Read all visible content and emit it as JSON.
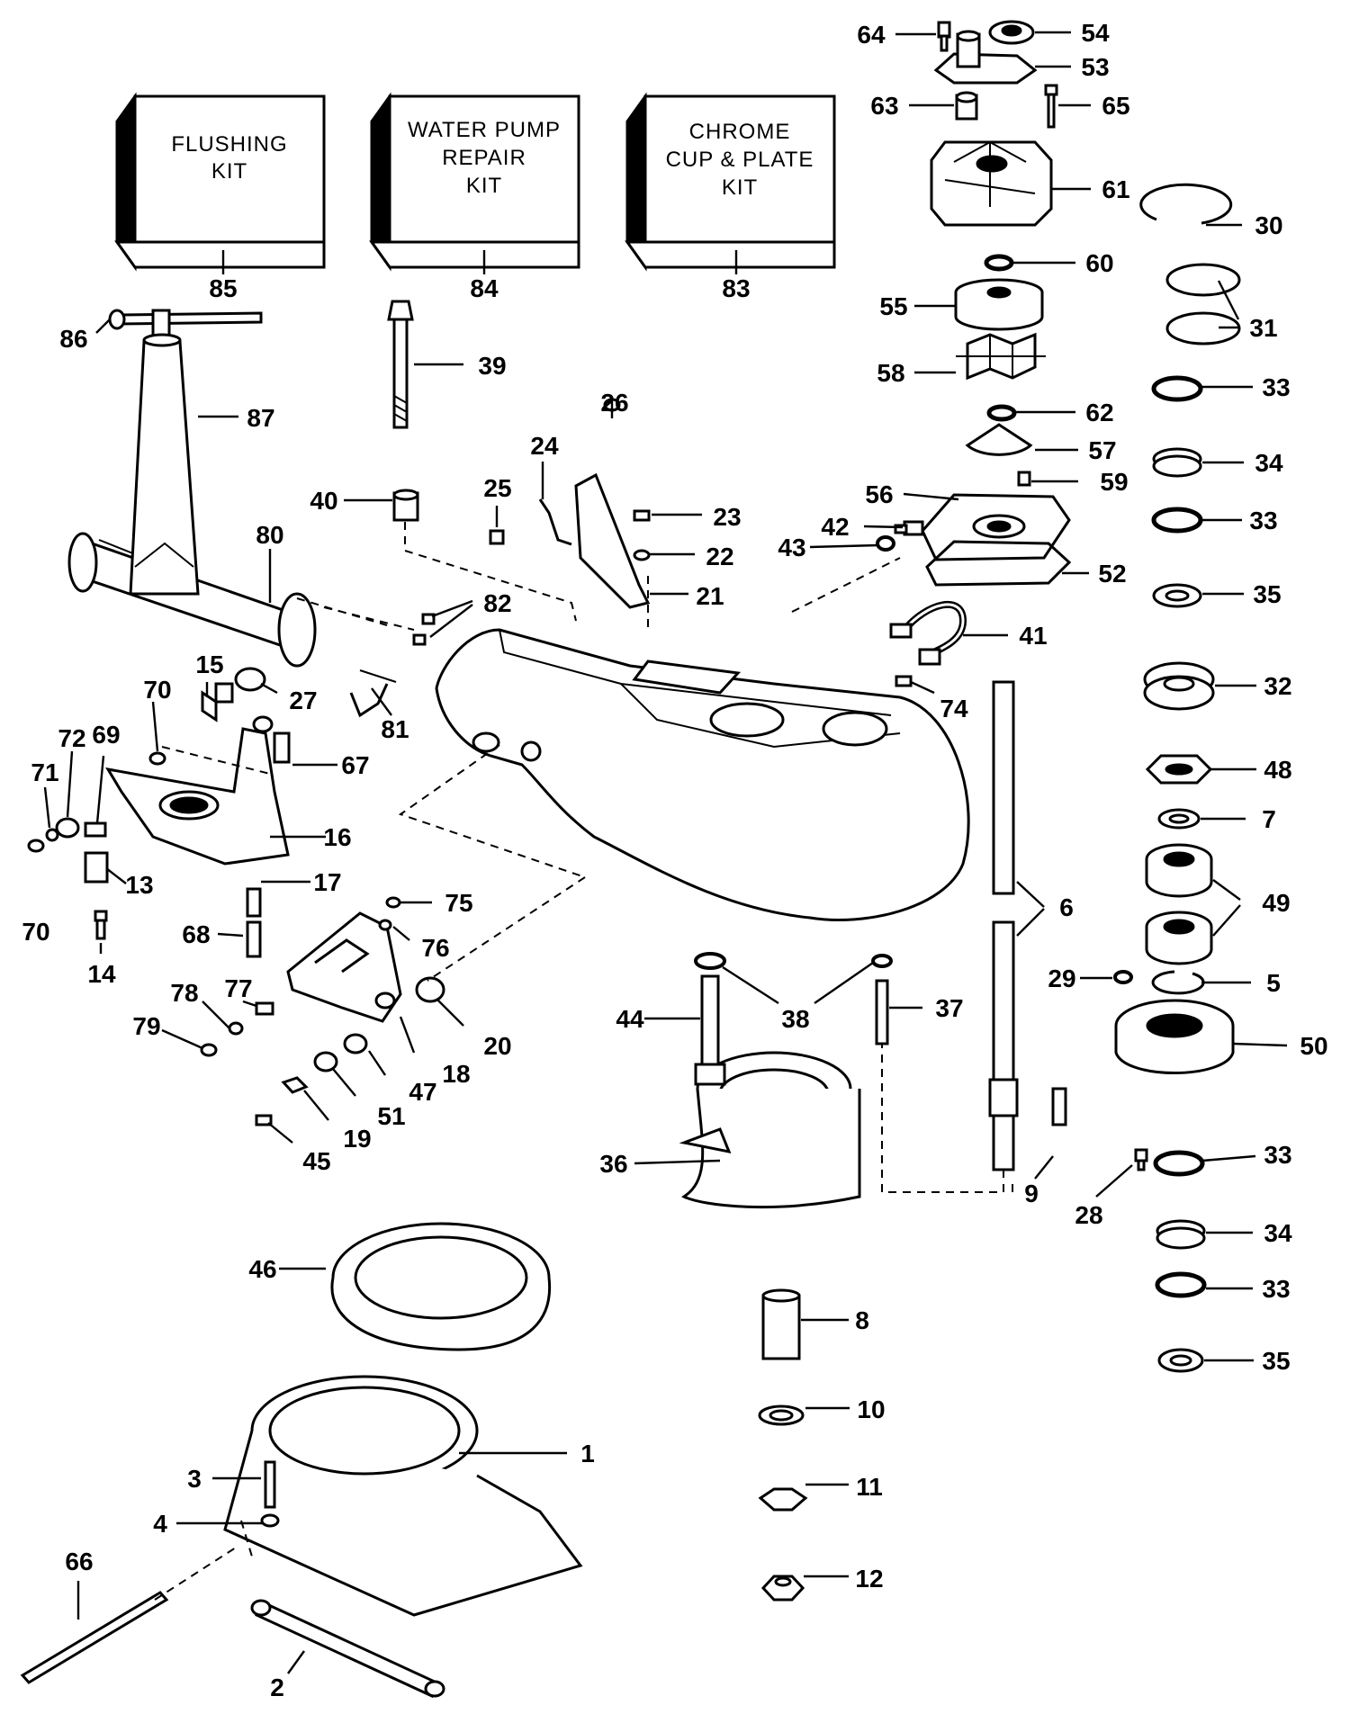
{
  "kits": [
    {
      "id": "85",
      "lines": [
        "FLUSHING",
        "KIT"
      ]
    },
    {
      "id": "84",
      "lines": [
        "WATER PUMP",
        "REPAIR",
        "KIT"
      ]
    },
    {
      "id": "83",
      "lines": [
        "CHROME",
        "CUP & PLATE",
        "KIT"
      ]
    }
  ],
  "callouts": [
    {
      "n": "64"
    },
    {
      "n": "54"
    },
    {
      "n": "53"
    },
    {
      "n": "63"
    },
    {
      "n": "65"
    },
    {
      "n": "61"
    },
    {
      "n": "30"
    },
    {
      "n": "60"
    },
    {
      "n": "55"
    },
    {
      "n": "31"
    },
    {
      "n": "58"
    },
    {
      "n": "33"
    },
    {
      "n": "62"
    },
    {
      "n": "57"
    },
    {
      "n": "34"
    },
    {
      "n": "59"
    },
    {
      "n": "56"
    },
    {
      "n": "33"
    },
    {
      "n": "42"
    },
    {
      "n": "43"
    },
    {
      "n": "52"
    },
    {
      "n": "35"
    },
    {
      "n": "41"
    },
    {
      "n": "32"
    },
    {
      "n": "74"
    },
    {
      "n": "48"
    },
    {
      "n": "7"
    },
    {
      "n": "49"
    },
    {
      "n": "6"
    },
    {
      "n": "29"
    },
    {
      "n": "5"
    },
    {
      "n": "50"
    },
    {
      "n": "37"
    },
    {
      "n": "38"
    },
    {
      "n": "44"
    },
    {
      "n": "33"
    },
    {
      "n": "28"
    },
    {
      "n": "9"
    },
    {
      "n": "34"
    },
    {
      "n": "33"
    },
    {
      "n": "35"
    },
    {
      "n": "36"
    },
    {
      "n": "8"
    },
    {
      "n": "10"
    },
    {
      "n": "11"
    },
    {
      "n": "12"
    },
    {
      "n": "39"
    },
    {
      "n": "40"
    },
    {
      "n": "26"
    },
    {
      "n": "24"
    },
    {
      "n": "25"
    },
    {
      "n": "23"
    },
    {
      "n": "22"
    },
    {
      "n": "21"
    },
    {
      "n": "80"
    },
    {
      "n": "82"
    },
    {
      "n": "81"
    },
    {
      "n": "86"
    },
    {
      "n": "87"
    },
    {
      "n": "15"
    },
    {
      "n": "27"
    },
    {
      "n": "70"
    },
    {
      "n": "72"
    },
    {
      "n": "69"
    },
    {
      "n": "71"
    },
    {
      "n": "67"
    },
    {
      "n": "16"
    },
    {
      "n": "13"
    },
    {
      "n": "70"
    },
    {
      "n": "17"
    },
    {
      "n": "14"
    },
    {
      "n": "68"
    },
    {
      "n": "75"
    },
    {
      "n": "76"
    },
    {
      "n": "78"
    },
    {
      "n": "77"
    },
    {
      "n": "79"
    },
    {
      "n": "20"
    },
    {
      "n": "18"
    },
    {
      "n": "47"
    },
    {
      "n": "51"
    },
    {
      "n": "19"
    },
    {
      "n": "45"
    },
    {
      "n": "46"
    },
    {
      "n": "1"
    },
    {
      "n": "3"
    },
    {
      "n": "4"
    },
    {
      "n": "66"
    },
    {
      "n": "2"
    }
  ]
}
